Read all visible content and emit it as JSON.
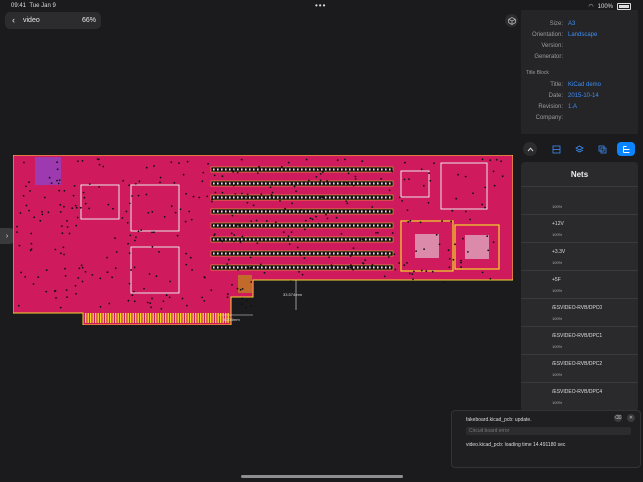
{
  "status_bar": {
    "time": "09:41",
    "date": "Tue Jan 9",
    "battery": "100%"
  },
  "header": {
    "file_name": "video",
    "zoom": "66%"
  },
  "board": {
    "dim_vertical": "33.574mm",
    "dim_horizontal": "9.208mm",
    "colors": {
      "copper": "#d2195f",
      "outline": "#f2d62b",
      "silk": "#e8e8e8"
    }
  },
  "properties": {
    "rows": [
      {
        "key": "Size:",
        "value": "A3"
      },
      {
        "key": "Orientation:",
        "value": "Landscape"
      },
      {
        "key": "Version:",
        "value": ""
      },
      {
        "key": "Generator:",
        "value": ""
      }
    ],
    "title_block_label": "Title Block",
    "title_rows": [
      {
        "key": "Title:",
        "value": "KiCad demo"
      },
      {
        "key": "Date:",
        "value": "2015-10-14"
      },
      {
        "key": "Revision:",
        "value": "1.A"
      },
      {
        "key": "Company:",
        "value": ""
      }
    ]
  },
  "toolbar": {
    "icons": [
      "chevron-up-icon",
      "layers-board-icon",
      "layers-icon",
      "copy-icon",
      "nets-tree-icon"
    ]
  },
  "nets": {
    "title": "Nets",
    "items": [
      {
        "name": "",
        "percent": "100%"
      },
      {
        "name": "+12V",
        "percent": "100%"
      },
      {
        "name": "+3.3V",
        "percent": "100%"
      },
      {
        "name": "+5F",
        "percent": "100%"
      },
      {
        "name": "/ESVIDEO-RVB/DPC0",
        "percent": "100%"
      },
      {
        "name": "/ESVIDEO-RVB/DPC1",
        "percent": "100%"
      },
      {
        "name": "/ESVIDEO-RVB/DPC2",
        "percent": "100%"
      },
      {
        "name": "/ESVIDEO-RVB/DPC4",
        "percent": "100%"
      }
    ]
  },
  "console": {
    "line1": "fakeboard.kicad_pcb: update.",
    "placeholder": "Circuit board error",
    "line2": "video.kicad_pcb: loading time 14.491180 sec"
  }
}
